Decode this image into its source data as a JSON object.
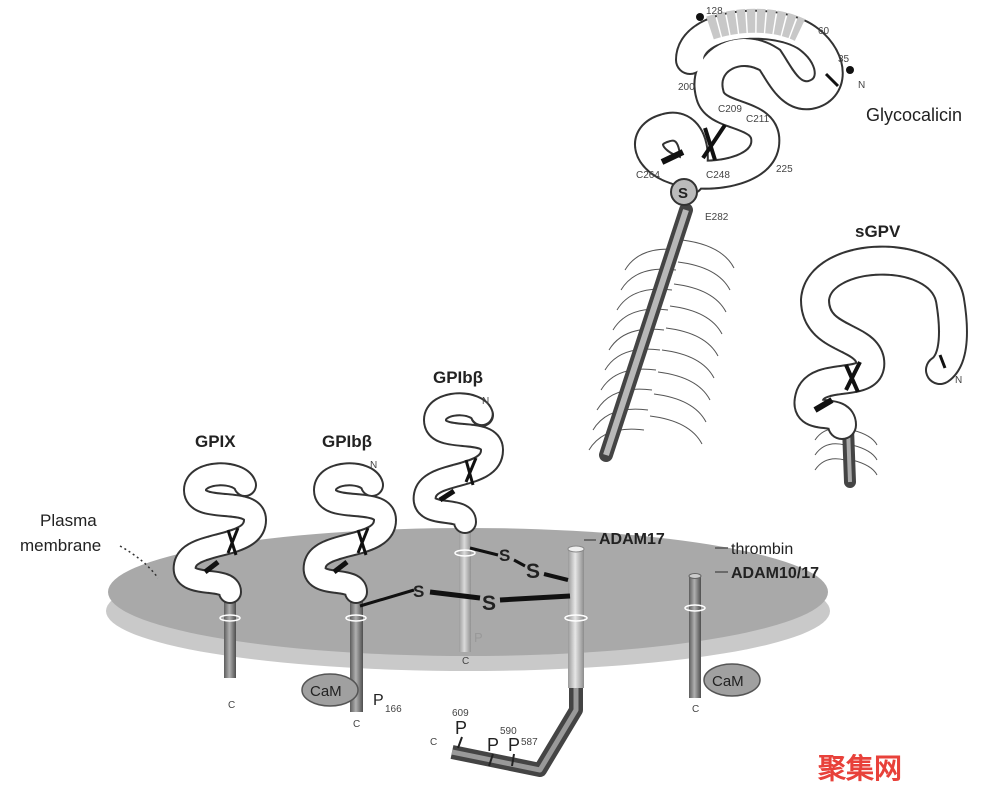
{
  "labels": {
    "glycocalicin": "Glycocalicin",
    "sgpv": "sGPV",
    "gpix": "GPIX",
    "gpib_beta_1": "GPIbβ",
    "gpib_beta_2": "GPIbβ",
    "plasma_membrane_1": "Plasma",
    "plasma_membrane_2": "membrane",
    "adam17": "ADAM17",
    "thrombin": "thrombin",
    "adam10_17": "ADAM10/17",
    "cam_left": "CaM",
    "cam_right": "CaM",
    "disulfide_s": "S",
    "n_terminus": "N",
    "c_terminus": "C",
    "phospho": "P",
    "p166": "166",
    "p609": "609",
    "p590": "590",
    "p587": "587",
    "p_faded": "P",
    "glyco_residues": {
      "r128": "128",
      "r60": "60",
      "r35": "35",
      "r200": "200",
      "c209": "C209",
      "c211": "C211",
      "r225": "225",
      "c264": "C264",
      "c248": "C248",
      "e282": "E282"
    },
    "watermark": "聚集网"
  },
  "colors": {
    "membrane": "#a9a9a9",
    "membrane_edge": "#c4c4c4",
    "helix": "#8a8a8a",
    "helix_dark": "#555555",
    "lrr_fill": "#ffffff",
    "lrr_shade": "#c8c8c8",
    "watermark": "#e8413a"
  }
}
